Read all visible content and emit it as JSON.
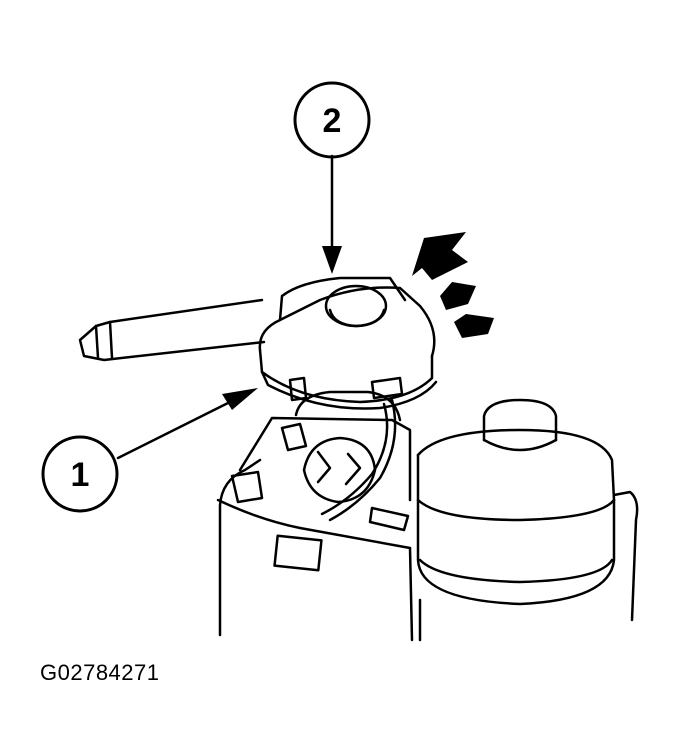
{
  "callouts": [
    {
      "label": "1"
    },
    {
      "label": "2"
    }
  ],
  "figure_id": "G02784271",
  "colors": {
    "line": "#000000",
    "background": "#ffffff"
  }
}
